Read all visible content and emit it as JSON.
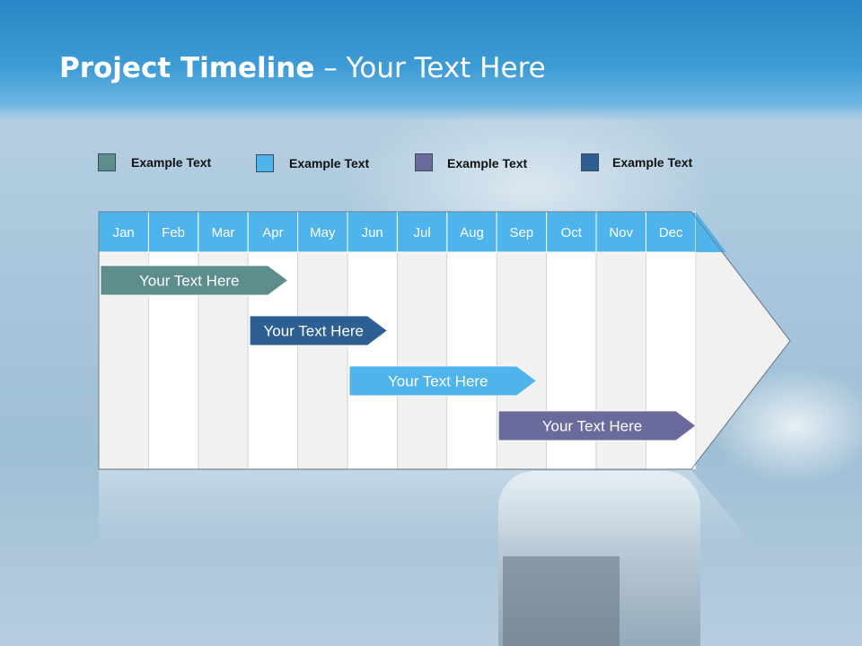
{
  "title": {
    "bold": "Project Timeline",
    "rest": " – Your Text Here"
  },
  "legend": [
    {
      "label": "Example Text",
      "color": "#5e8d8d"
    },
    {
      "label": "Example Text",
      "color": "#4fb3ec"
    },
    {
      "label": "Example Text",
      "color": "#6a6a9c"
    },
    {
      "label": "Example Text",
      "color": "#2e5f92"
    }
  ],
  "chart_data": {
    "type": "gantt",
    "categories": [
      "Jan",
      "Feb",
      "Mar",
      "Apr",
      "May",
      "Jun",
      "Jul",
      "Aug",
      "Sep",
      "Oct",
      "Nov",
      "Dec"
    ],
    "tasks": [
      {
        "label": "Your  Text Here",
        "start": 0,
        "end": 3.8,
        "color": "#5e8d8d"
      },
      {
        "label": "Your  Text Here",
        "start": 3,
        "end": 5.8,
        "color": "#2e5f92"
      },
      {
        "label": "Your  Text Here",
        "start": 5,
        "end": 8.8,
        "color": "#4fb3ec"
      },
      {
        "label": "Your  Text Here",
        "start": 8,
        "end": 12,
        "color": "#6a6a9c"
      }
    ],
    "colors": {
      "header": "#4fb3ec",
      "band_even": "#f1f1f1",
      "band_odd": "#ffffff"
    }
  }
}
